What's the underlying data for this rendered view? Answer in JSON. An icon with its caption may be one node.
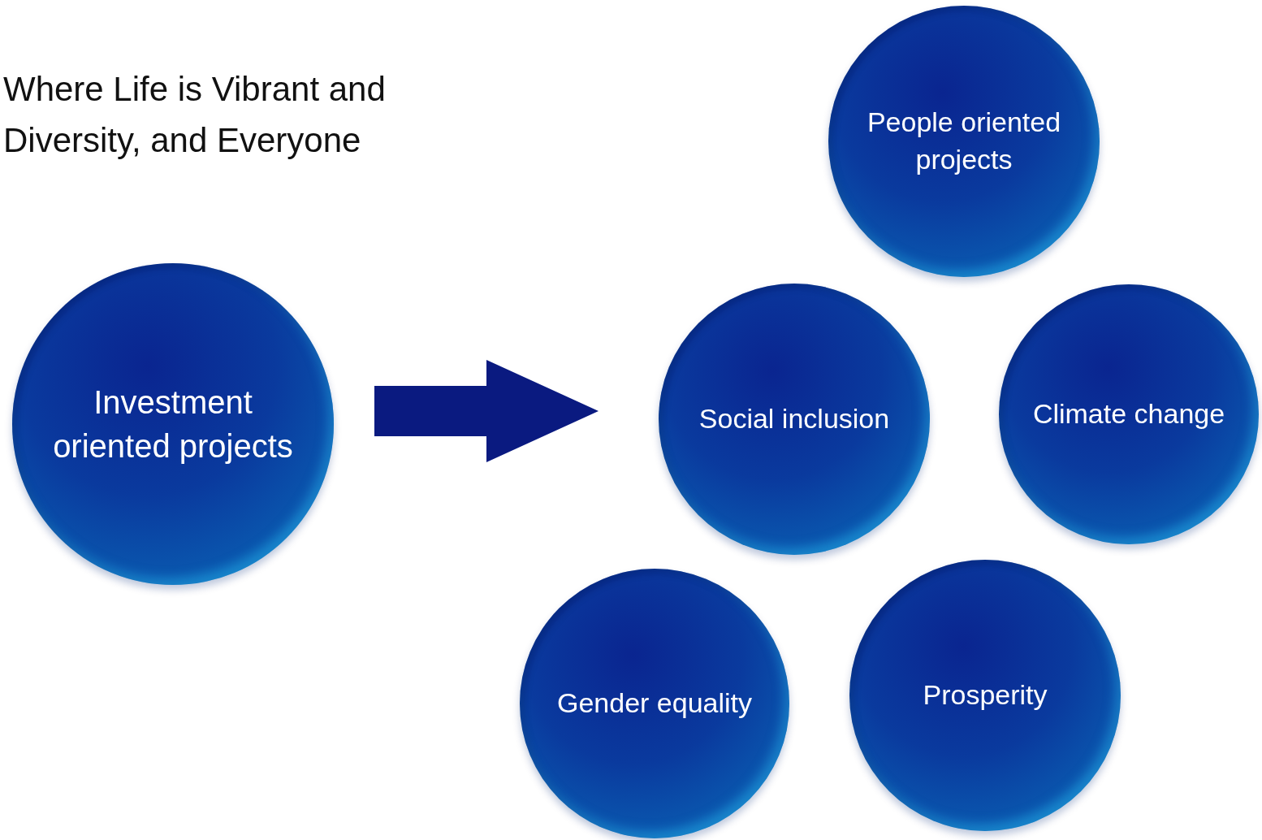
{
  "diagram": {
    "nodes": [
      {
        "text": [
          "Investment oriented projects"
        ]
      },
      {
        "text": [
          "People oriented projects"
        ]
      },
      {
        "text": [
          "Social inclusion"
        ]
      },
      {
        "text": [
          "Climate change"
        ]
      },
      {
        "text": [
          "Gender equality"
        ]
      },
      {
        "text": [
          "Prosperity"
        ]
      }
    ],
    "edges": [
      {
        "from": 0,
        "to": 2,
        "arrow": "to",
        "style": "thick"
      }
    ],
    "labels": [
      "Where Life is Vibrant and Diversity, and Everyone"
    ]
  }
}
